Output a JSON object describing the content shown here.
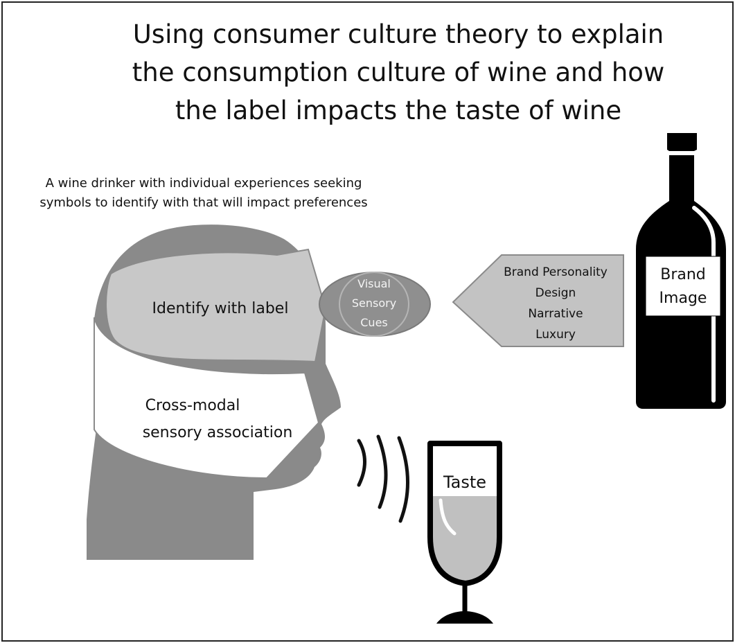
{
  "title_lines": [
    "Using consumer culture theory to explain",
    "the consumption culture of wine and how",
    "the label impacts the taste of wine"
  ],
  "subtitle_lines": [
    "A wine drinker with individual experiences seeking",
    "symbols to identify with that will impact preferences"
  ],
  "head_band_upper": "Identify with label",
  "head_band_lower": [
    "Cross-modal",
    "sensory association"
  ],
  "cue_lines": [
    "Visual",
    "Sensory",
    "Cues"
  ],
  "brand_factors": [
    "Brand Personality",
    "Design",
    "Narrative",
    "Luxury"
  ],
  "bottle_label": [
    "Brand",
    "Image"
  ],
  "glass_label": "Taste",
  "colors": {
    "head": "#8a8a8a",
    "band_upper": "#c8c8c8",
    "band_lower": "#ffffff",
    "cue_ellipse": "#8f8f8f",
    "factor_arrow": "#c3c3c3",
    "bottle": "#000000",
    "wine": "#c0c0c0"
  }
}
